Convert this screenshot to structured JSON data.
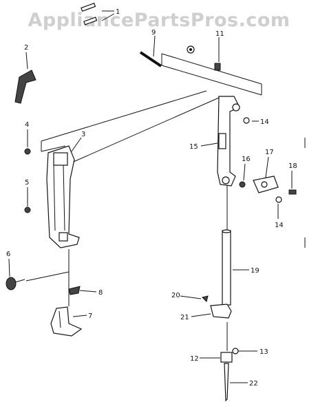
{
  "watermark": "AppliancePartsPros.com",
  "part_labels": [
    "1",
    "2",
    "3",
    "4",
    "5",
    "6",
    "7",
    "8",
    "9",
    "11",
    "14",
    "15",
    "16",
    "17",
    "18",
    "14",
    "19",
    "20",
    "21",
    "12",
    "13",
    "22"
  ],
  "callouts": [
    {
      "id": "1"
    },
    {
      "id": "2"
    },
    {
      "id": "3"
    },
    {
      "id": "4"
    },
    {
      "id": "5"
    },
    {
      "id": "6"
    },
    {
      "id": "7"
    },
    {
      "id": "8"
    },
    {
      "id": "9"
    },
    {
      "id": "11"
    },
    {
      "id": "14a"
    },
    {
      "id": "15"
    },
    {
      "id": "16"
    },
    {
      "id": "17"
    },
    {
      "id": "18"
    },
    {
      "id": "14b"
    },
    {
      "id": "19"
    },
    {
      "id": "20"
    },
    {
      "id": "21"
    },
    {
      "id": "12"
    },
    {
      "id": "13"
    },
    {
      "id": "22"
    }
  ]
}
